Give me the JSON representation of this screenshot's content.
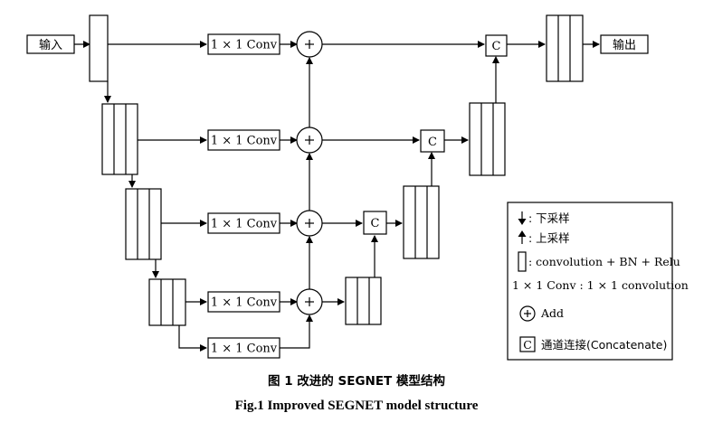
{
  "labels": {
    "input": "输入",
    "output": "输出",
    "conv": "1 × 1 Conv",
    "concat": "C"
  },
  "legend": {
    "downsample": ": 下采样",
    "upsample": ": 上采样",
    "block": ": convolution + BN + Relu",
    "conv": "1 × 1 Conv : 1 × 1 convolution",
    "add": "Add",
    "concat_symbol": "C",
    "concat": "通道连接(Concatenate)"
  },
  "caption": {
    "zh": "图 1    改进的 SEGNET 模型结构",
    "en": "Fig.1    Improved SEGNET model structure"
  }
}
